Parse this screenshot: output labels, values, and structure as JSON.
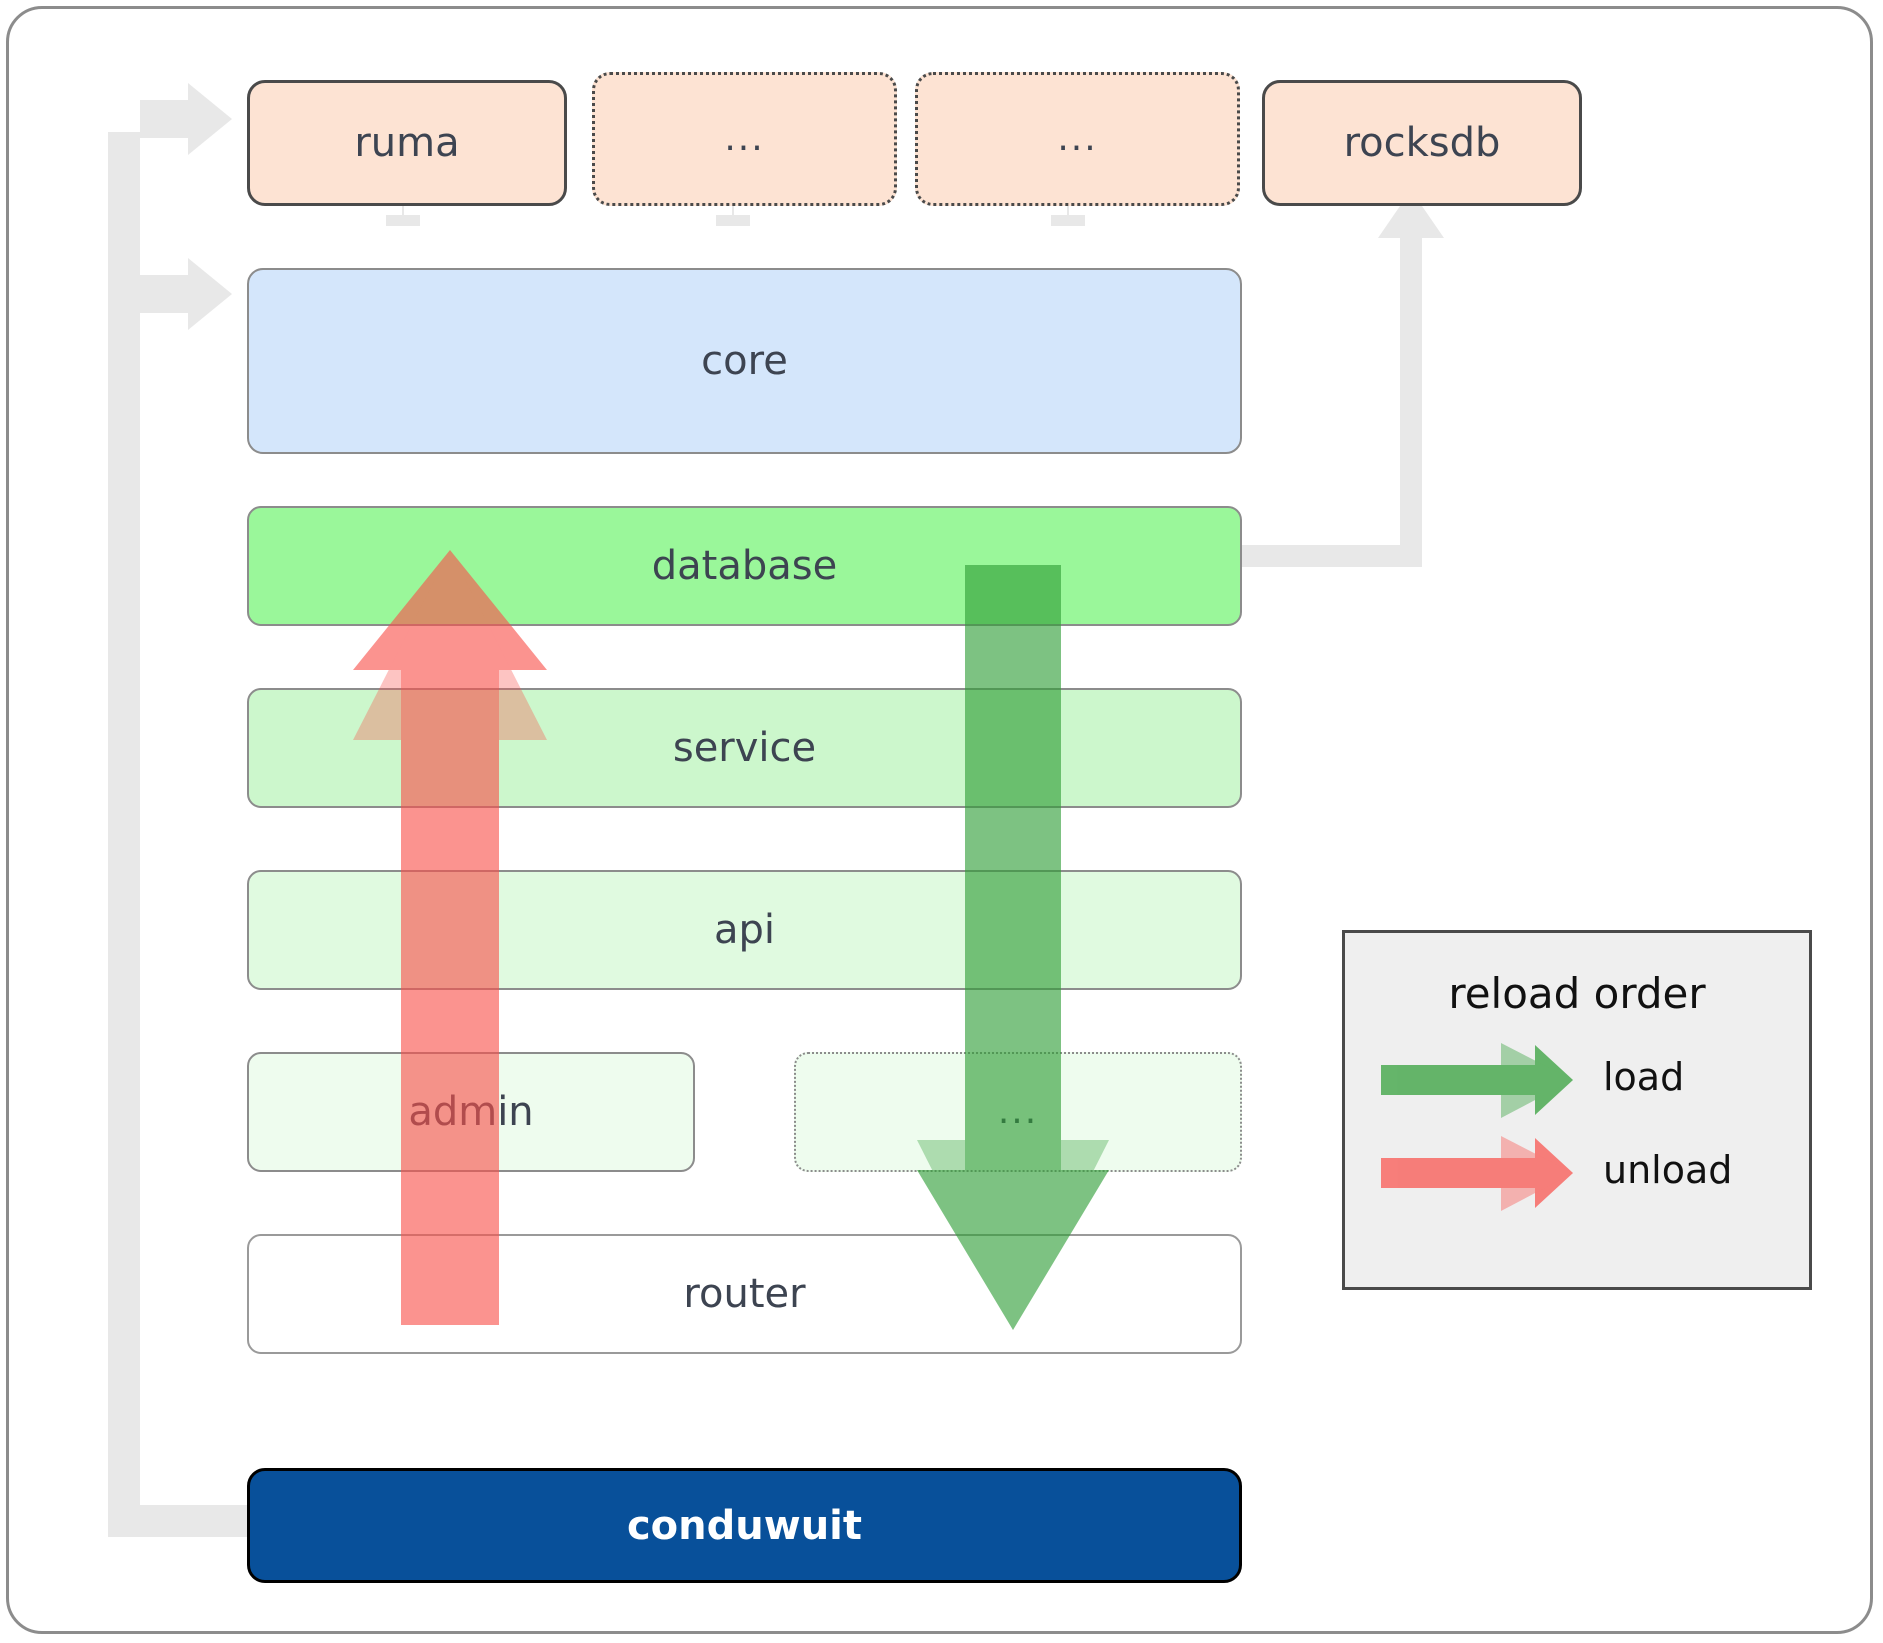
{
  "diagram": {
    "title": "conduwuit crate / module reload-order architecture",
    "dependencies": [
      {
        "label": "ruma",
        "style": "solid"
      },
      {
        "label": "...",
        "style": "dotted"
      },
      {
        "label": "...",
        "style": "dotted"
      },
      {
        "label": "rocksdb",
        "style": "solid"
      }
    ],
    "core": {
      "label": "core"
    },
    "layers": [
      {
        "label": "database",
        "style": "solid"
      },
      {
        "label": "service",
        "style": "solid"
      },
      {
        "label": "api",
        "style": "solid"
      },
      {
        "label": "admin",
        "style": "solid"
      },
      {
        "label": "...",
        "style": "dotted"
      },
      {
        "label": "router",
        "style": "solid"
      }
    ],
    "binary": {
      "label": "conduwuit"
    },
    "legend": {
      "title": "reload order",
      "items": [
        {
          "label": "load",
          "color": "#4caf50"
        },
        {
          "label": "unload",
          "color": "#f9837f"
        }
      ]
    },
    "arrows": {
      "load_direction": "down",
      "unload_direction": "up",
      "load_from": "database",
      "load_to": "router",
      "unload_from": "router",
      "unload_to": "database"
    },
    "colors": {
      "dependency_fill": "#fde3d3",
      "core_fill": "#d4e6fb",
      "database_fill": "#9af79a",
      "service_fill": "#ccf7cc",
      "api_fill": "#e0fae0",
      "admin_fill": "#eefcee",
      "router_fill": "#ffffff",
      "binary_fill": "#08509a",
      "legend_fill": "#efefef",
      "connector": "#e8e8e8",
      "load_arrow": "#4caf50",
      "unload_arrow": "#f9837f",
      "text": "#3d4451"
    }
  }
}
